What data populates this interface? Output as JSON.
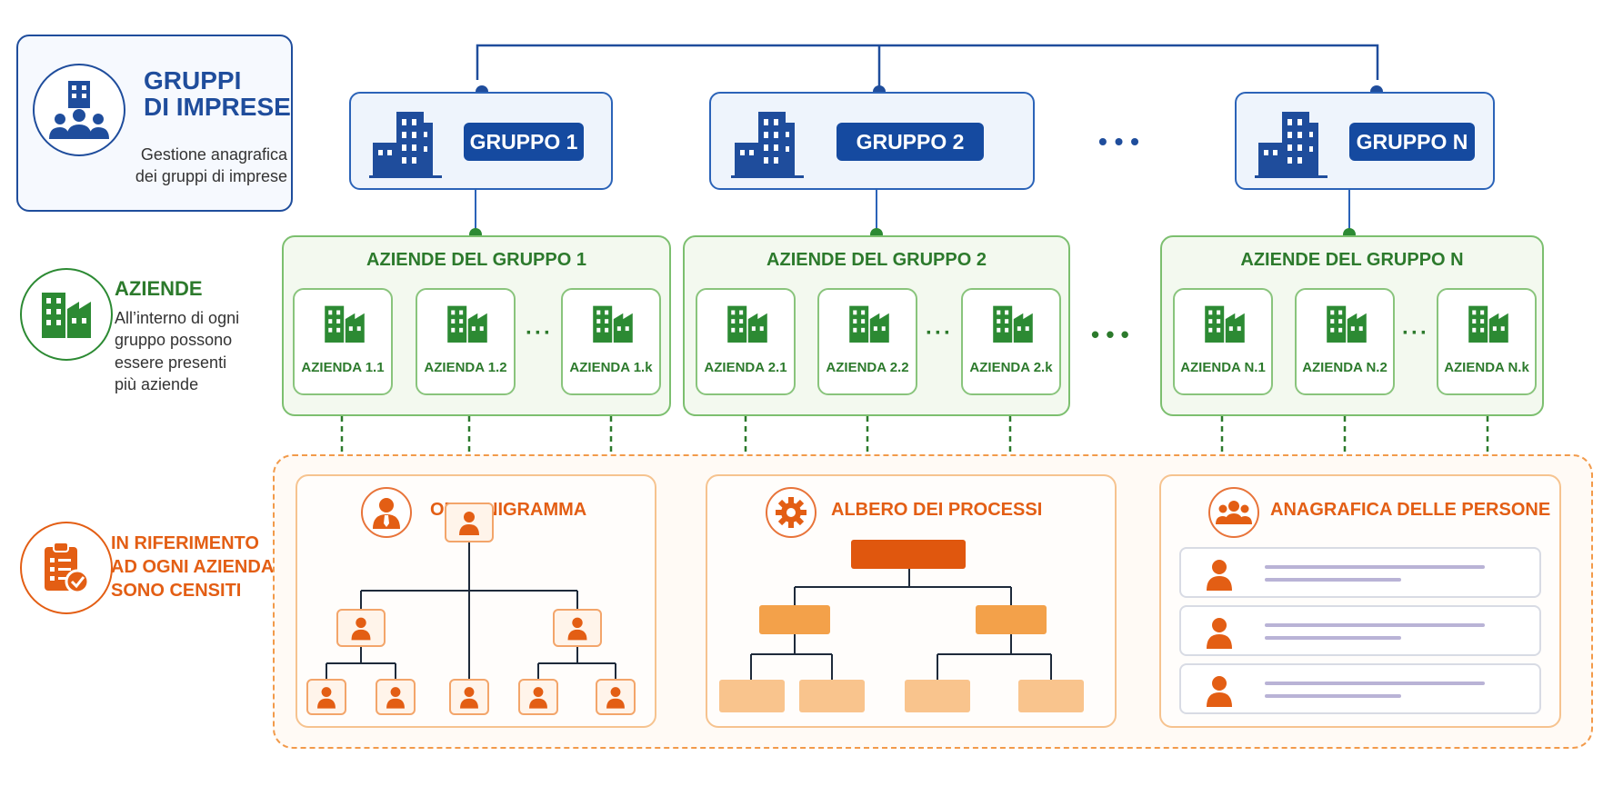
{
  "legend": {
    "groups": {
      "title_line1": "GRUPPI",
      "title_line2": "DI IMPRESE",
      "desc_line1": "Gestione anagrafica",
      "desc_line2": "dei gruppi di imprese",
      "icon": "building-people-icon"
    },
    "companies": {
      "title": "AZIENDE",
      "desc_line1": "All’interno di ogni",
      "desc_line2": "gruppo possono",
      "desc_line3": "essere presenti",
      "desc_line4": "più aziende",
      "icon": "factory-icon"
    },
    "reference": {
      "title_line1": "IN RIFERIMENTO",
      "title_line2": "AD OGNI AZIENDA",
      "title_line3": "SONO CENSITI",
      "icon": "clipboard-check-icon"
    }
  },
  "groups": [
    {
      "label": "GRUPPO 1"
    },
    {
      "label": "GRUPPO 2"
    },
    {
      "label": "GRUPPO N"
    }
  ],
  "groups_ellipsis": "• • •",
  "company_groups": [
    {
      "title": "AZIENDE DEL GRUPPO 1",
      "companies": [
        "AZIENDA 1.1",
        "AZIENDA 1.2",
        "AZIENDA 1.k"
      ],
      "ellipsis": "···"
    },
    {
      "title": "AZIENDE DEL GRUPPO 2",
      "companies": [
        "AZIENDA 2.1",
        "AZIENDA 2.2",
        "AZIENDA 2.k"
      ],
      "ellipsis": "···"
    },
    {
      "title": "AZIENDE DEL GRUPPO N",
      "companies": [
        "AZIENDA N.1",
        "AZIENDA N.2",
        "AZIENDA N.k"
      ],
      "ellipsis": "···"
    }
  ],
  "companies_ellipsis": "• • •",
  "panels": {
    "org_chart": {
      "title": "ORGANIGRAMMA",
      "icon": "person-tie-icon"
    },
    "process_tree": {
      "title": "ALBERO DEI PROCESSI",
      "icon": "gear-icon"
    },
    "people_registry": {
      "title": "ANAGRAFICA DELLE PERSONE",
      "icon": "people-group-icon",
      "rows": 3
    }
  },
  "colors": {
    "blue": "#154aa0",
    "green": "#2c7a2c",
    "orange": "#e35e14",
    "orange_light": "#f3a14a",
    "orange_pale": "#f9c48d"
  }
}
